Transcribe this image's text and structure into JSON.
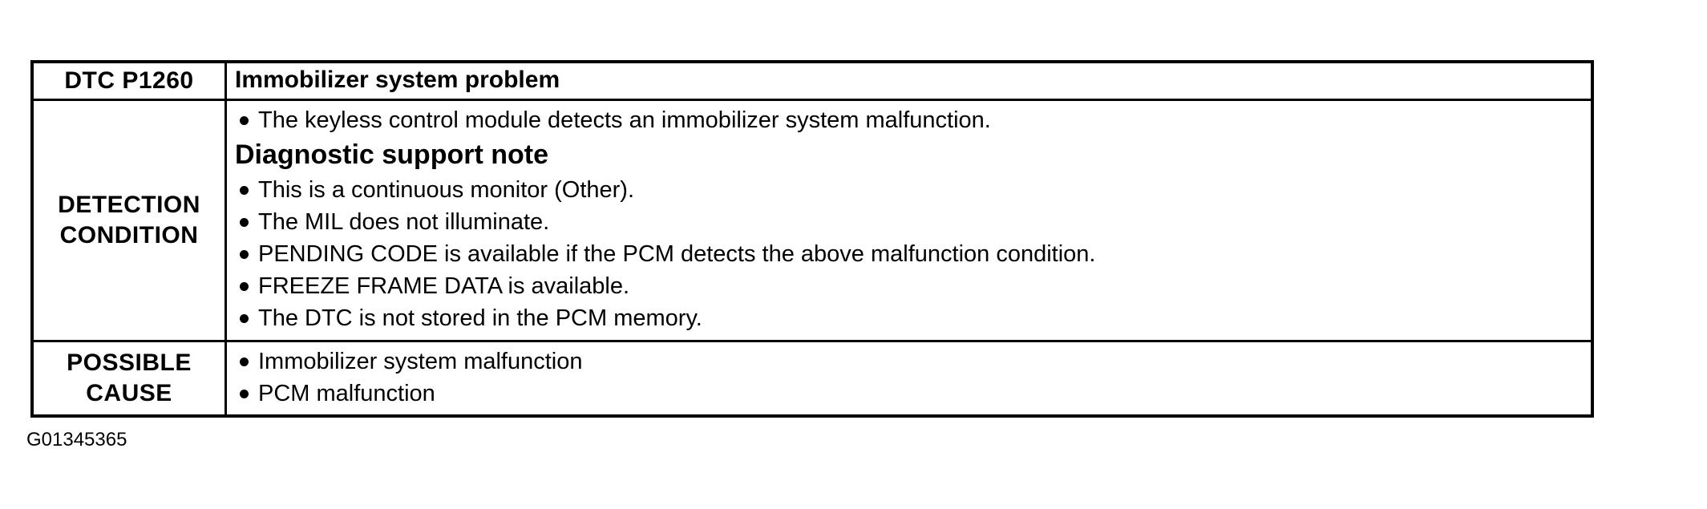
{
  "page": {
    "background": "#ffffff",
    "text_color": "#000000",
    "border_color": "#000000",
    "figure_id": "G01345365"
  },
  "table": {
    "header": {
      "code": "DTC P1260",
      "title": "Immobilizer system problem"
    },
    "rows": [
      {
        "label": "DETECTION CONDITION",
        "content": [
          {
            "type": "bullet",
            "text": "The keyless control module detects an immobilizer system malfunction."
          },
          {
            "type": "subheading",
            "text": "Diagnostic support note"
          },
          {
            "type": "bullet",
            "text": "This is a continuous monitor (Other)."
          },
          {
            "type": "bullet",
            "text": "The MIL does not illuminate."
          },
          {
            "type": "bullet",
            "text": "PENDING CODE is available if the PCM detects the above malfunction condition."
          },
          {
            "type": "bullet",
            "text": "FREEZE FRAME DATA is available."
          },
          {
            "type": "bullet",
            "text": "The DTC is not stored in the PCM memory."
          }
        ]
      },
      {
        "label": "POSSIBLE CAUSE",
        "content": [
          {
            "type": "bullet",
            "text": "Immobilizer system malfunction"
          },
          {
            "type": "bullet",
            "text": "PCM malfunction"
          }
        ]
      }
    ]
  }
}
